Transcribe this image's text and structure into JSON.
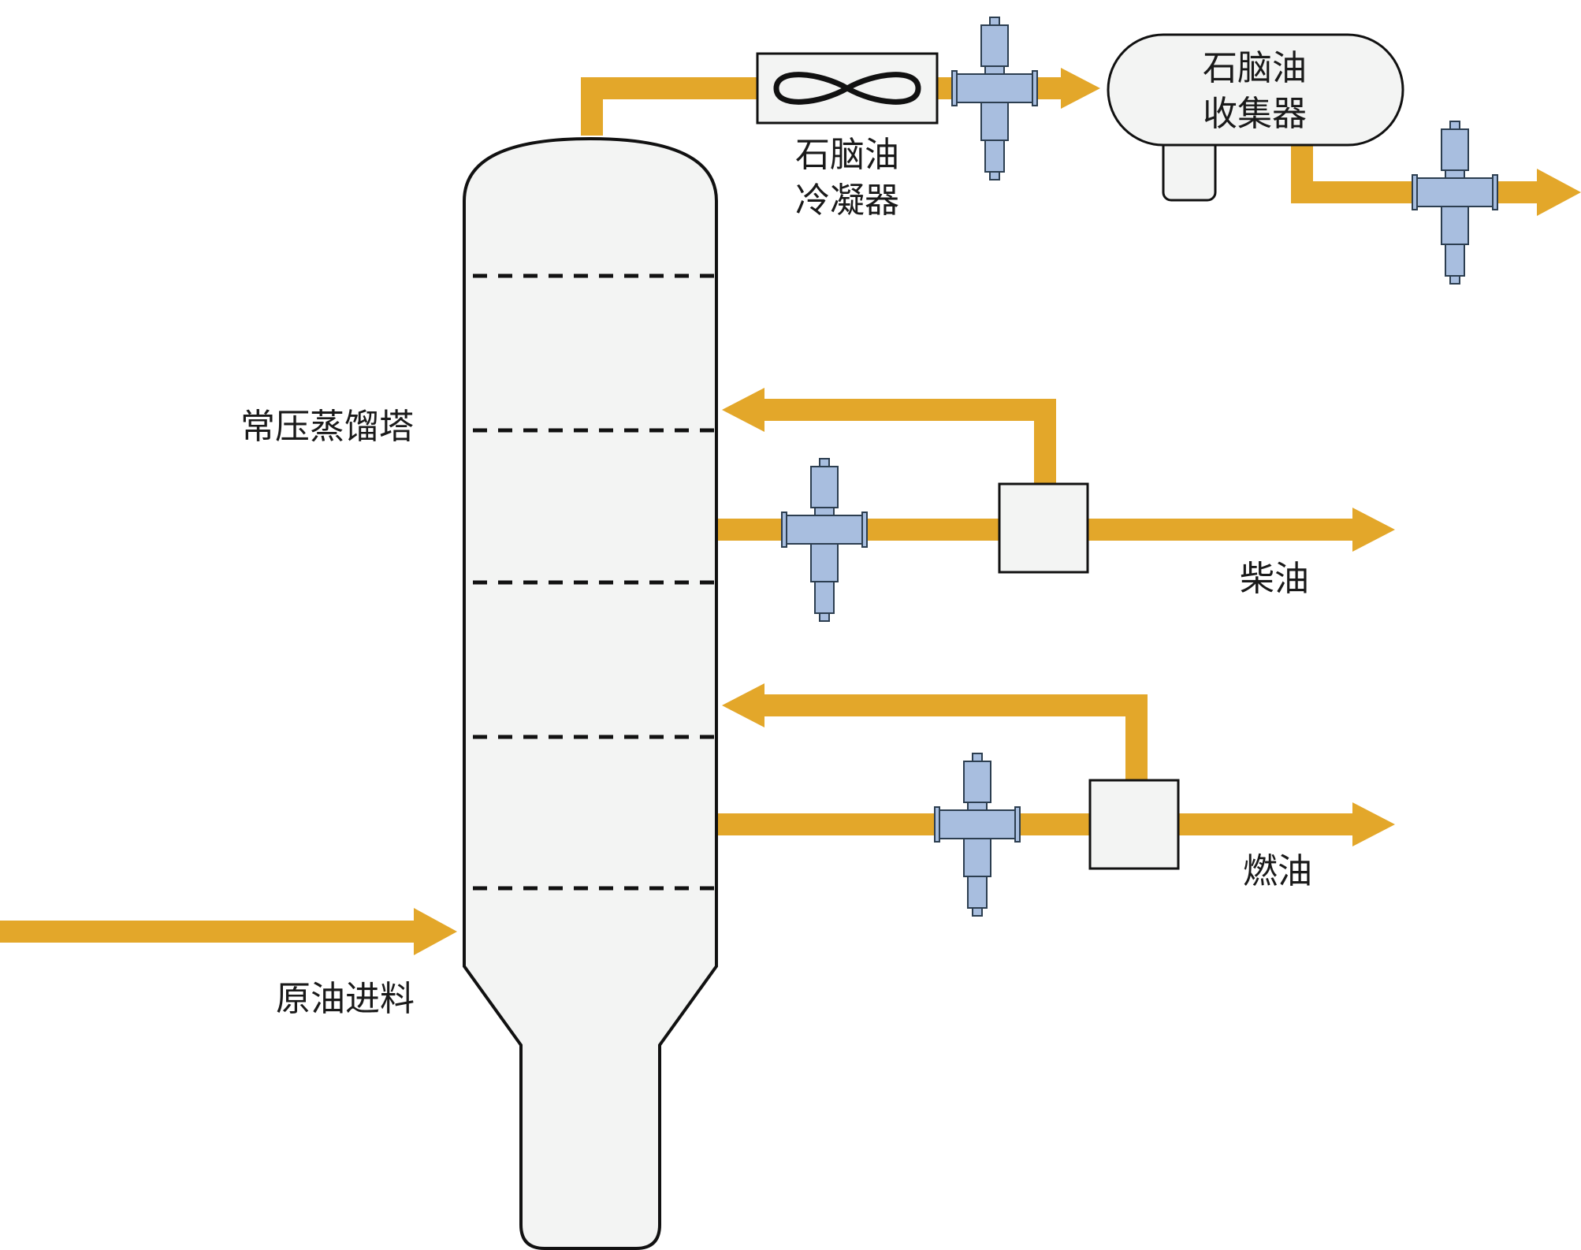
{
  "labels": {
    "tower": "常压蒸馏塔",
    "feed": "原油进料",
    "condenser_line1": "石脑油",
    "condenser_line2": "冷凝器",
    "collector_line1": "石脑油",
    "collector_line2": "收集器",
    "diesel": "柴油",
    "fuel_oil": "燃油"
  },
  "colors": {
    "pipe": "#e3a72a",
    "vessel_fill": "#f3f4f3",
    "outline": "#111111",
    "valve_fill": "#a8bedf",
    "valve_stroke": "#2c3e50"
  },
  "icons": {
    "condenser": "condenser-coil-icon",
    "valve": "valve-icon",
    "exchanger": "heat-exchanger-box-icon",
    "arrow": "flow-arrow-icon"
  }
}
